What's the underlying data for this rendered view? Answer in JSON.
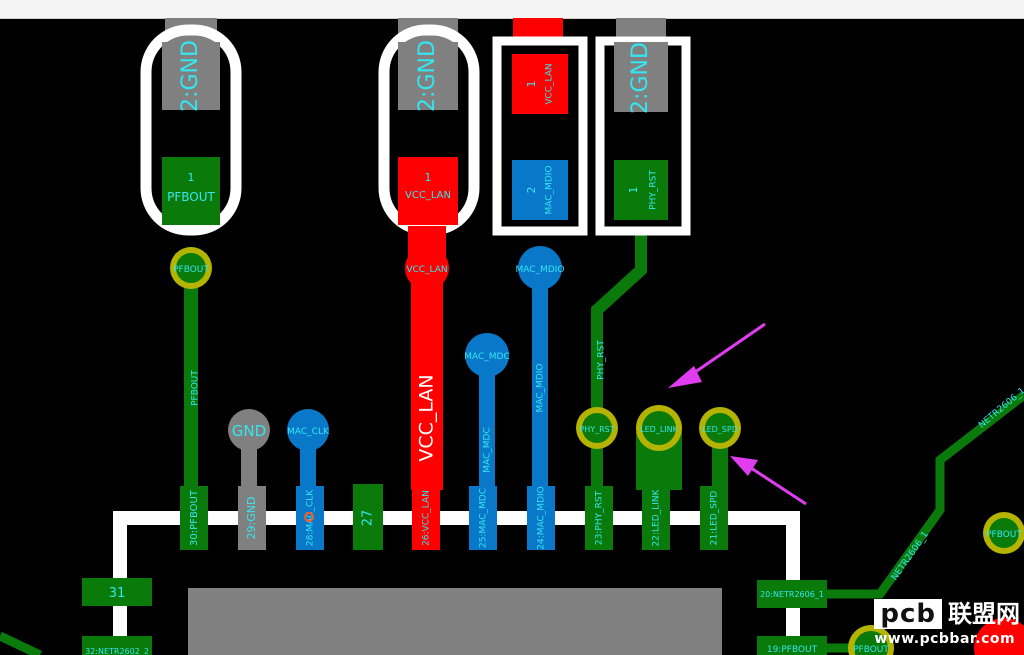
{
  "pins": {
    "gnd_top": "2:GND",
    "p1_num": "1",
    "p1_name": "PFBOUT",
    "p2_num": "1",
    "p2_name": "VCC_LAN",
    "p3_num": "1",
    "p3_name": "VCC_LAN",
    "p3b_num": "2",
    "p3b_name": "MAC_MDIO",
    "p4_num": "1",
    "p4_name": "PHY_RST"
  },
  "vias": {
    "pfbout": "PFBOUT",
    "vcc_lan": "VCC_LAN",
    "mac_mdio": "MAC_MDIO",
    "mac_mdc": "MAC_MDC",
    "gnd": "GND",
    "mac_clk": "MAC_CLK",
    "phy_rst": "PHY_RST",
    "led_link": "LED_LINK",
    "led_spd": "LED_SPD",
    "right_pfbout": "PFBOUT",
    "bottom_pfbout": "PFBOUT"
  },
  "traces": {
    "pfbout": "PFBOUT",
    "vcc_lan": "VCC_LAN",
    "mac_mdc": "MAC_MDC",
    "mac_mdio": "MAC_MDIO",
    "phy_rst": "PHY_RST",
    "netr2606_diag": "NETR2606_1",
    "netr2606_top": "NETR2606_1"
  },
  "chip_pads": {
    "p30": "30:PFBOUT",
    "p29": "29:GND",
    "p28": "28:MAC_CLK",
    "p27": "27",
    "p26": "26:VCC_LAN",
    "p25": "25:MAC_MDC",
    "p24": "24:MAC_MDIO",
    "p23": "23:PHY_RST",
    "p22": "22:LED_LINK",
    "p21": "21:LED_SPD",
    "p31": "31",
    "p32": "32:NETR2602_2",
    "p20": "20:NETR2606_1",
    "p19": "19:PFBOUT"
  },
  "watermark": {
    "logo": "pcb",
    "name": "联盟网",
    "url": "www.pcbbar.com"
  },
  "colors": {
    "board": "#000000",
    "green": "#0a7a0a",
    "red": "#ff0000",
    "blue": "#0a78c8",
    "gray": "#808080",
    "white": "#ffffff",
    "label": "#33e6f0",
    "via_ring": "#b4b400",
    "arrow": "#e03cf0"
  }
}
